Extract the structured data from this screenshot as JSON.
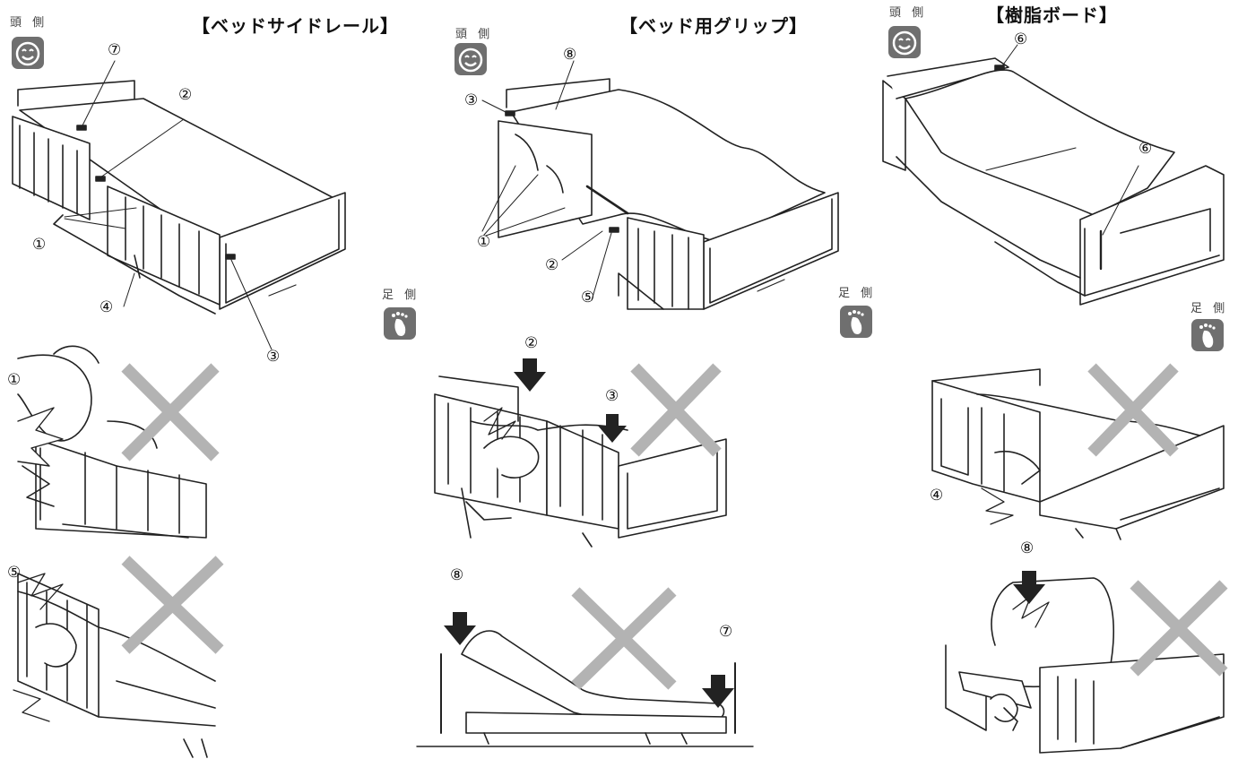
{
  "sections": {
    "side_rail": {
      "title": "【ベッドサイドレール】",
      "head_label": "頭 側",
      "foot_label": "足 側"
    },
    "grip": {
      "title": "【ベッド用グリップ】",
      "head_label": "頭 側",
      "foot_label": "足 側"
    },
    "board": {
      "title": "【樹脂ボード】",
      "head_label": "頭 側",
      "foot_label": "足 側"
    }
  },
  "markers": {
    "m1": "①",
    "m2": "②",
    "m3": "③",
    "m4": "④",
    "m5": "⑤",
    "m6": "⑥",
    "m7": "⑦",
    "m8": "⑧"
  },
  "icons": {
    "head": "smiling-face-icon",
    "foot": "footprint-icon",
    "prohibited": "prohibited-cross-icon",
    "pressure": "down-arrow-icon"
  },
  "colors": {
    "cross": "#b3b3b3",
    "badge": "#6f6f6f",
    "line": "#222222"
  }
}
